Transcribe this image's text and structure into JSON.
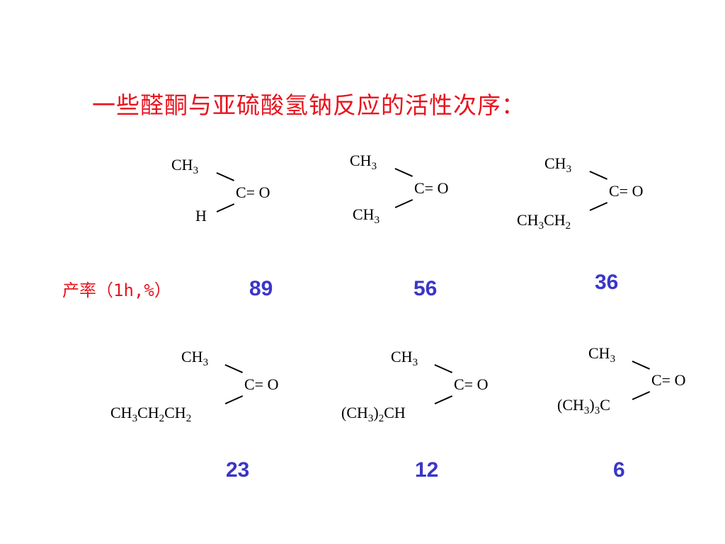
{
  "title": "一些醛酮与亚硫酸氢钠反应的活性次序：",
  "yield_label": "产率（1h,%）",
  "molecules": [
    {
      "upper": {
        "main": "CH",
        "sub": "3"
      },
      "carbonyl": "C= O",
      "lower": {
        "parts": [
          {
            "t": "H",
            "s": ""
          }
        ]
      },
      "yield": "89"
    },
    {
      "upper": {
        "main": "CH",
        "sub": "3"
      },
      "carbonyl": "C= O",
      "lower": {
        "parts": [
          {
            "t": "CH",
            "s": "3"
          }
        ]
      },
      "yield": "56"
    },
    {
      "upper": {
        "main": "CH",
        "sub": "3"
      },
      "carbonyl": "C= O",
      "lower": {
        "parts": [
          {
            "t": "CH",
            "s": "3"
          },
          {
            "t": "CH",
            "s": "2"
          }
        ]
      },
      "yield": "36"
    },
    {
      "upper": {
        "main": "CH",
        "sub": "3"
      },
      "carbonyl": "C= O",
      "lower": {
        "parts": [
          {
            "t": "CH",
            "s": "3"
          },
          {
            "t": "CH",
            "s": "2"
          },
          {
            "t": "CH",
            "s": "2"
          }
        ]
      },
      "yield": "23"
    },
    {
      "upper": {
        "main": "CH",
        "sub": "3"
      },
      "carbonyl": "C= O",
      "lower": {
        "parts": [
          {
            "t": "(CH",
            "s": "3"
          },
          {
            "t": ")",
            "s": "2"
          },
          {
            "t": "CH",
            "s": ""
          }
        ]
      },
      "yield": "12"
    },
    {
      "upper": {
        "main": "CH",
        "sub": "3"
      },
      "carbonyl": "C= O",
      "lower": {
        "parts": [
          {
            "t": "(CH",
            "s": "3"
          },
          {
            "t": ")",
            "s": "3"
          },
          {
            "t": "C",
            "s": ""
          }
        ]
      },
      "yield": "6"
    }
  ],
  "colors": {
    "title": "#e8141e",
    "numbers": "#3a36c8",
    "structures": "#000000"
  }
}
